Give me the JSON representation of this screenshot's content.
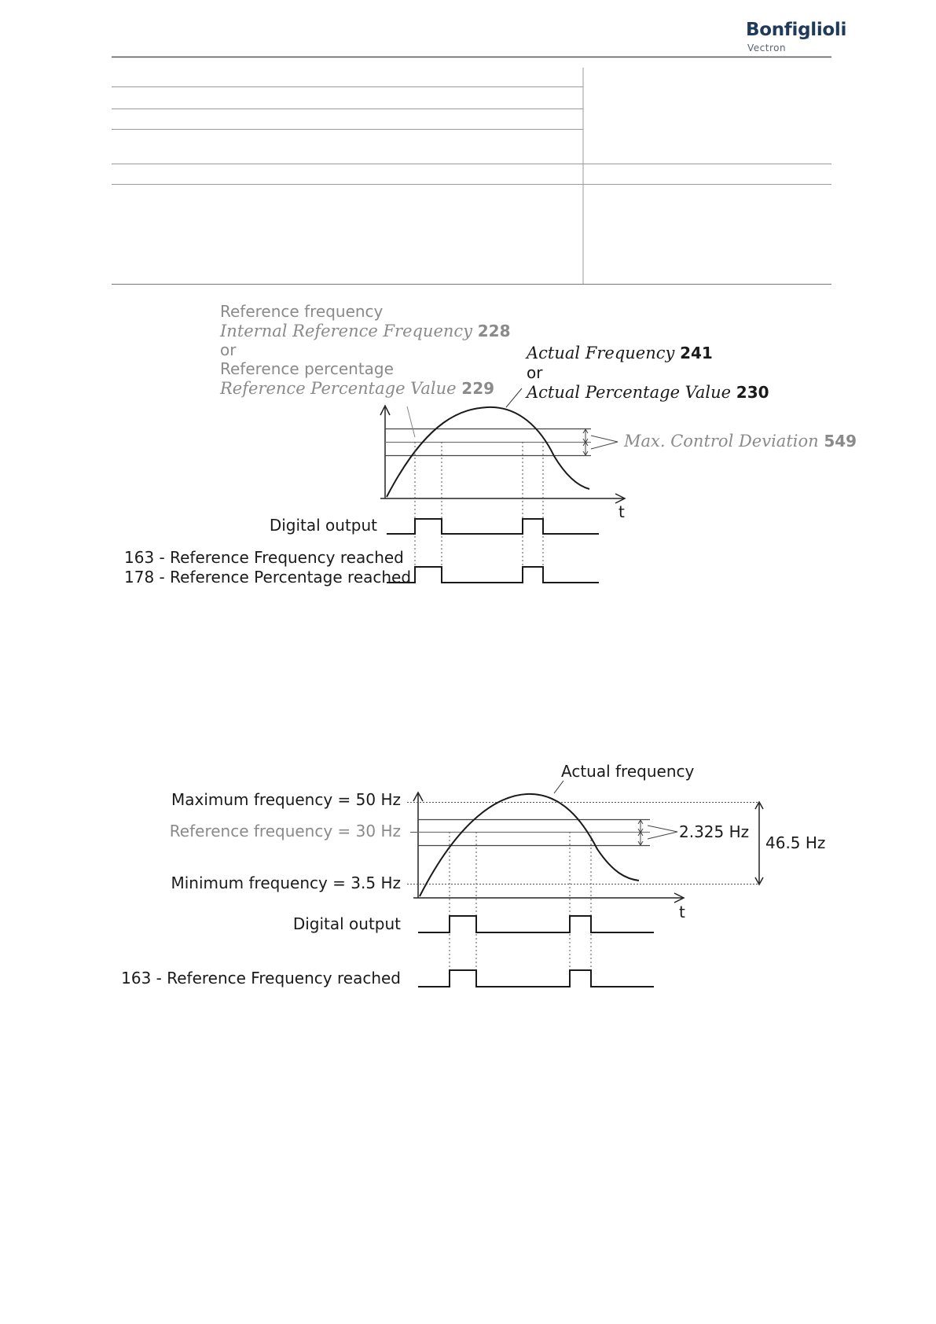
{
  "header": {
    "logo_text": "Bonfiglioli",
    "logo_sub": "Vectron",
    "logo_icon": "bonfiglioli-emblem-icon"
  },
  "diagram1": {
    "ref_freq_label": "Reference frequency",
    "internal_ref_label": "Internal Reference Frequency",
    "internal_ref_num": "228",
    "or1": "or",
    "ref_pct_label": "Reference percentage",
    "ref_pct_value_label": "Reference Percentage Value",
    "ref_pct_value_num": "229",
    "actual_freq_label": "Actual Frequency",
    "actual_freq_num": "241",
    "or2": "or",
    "actual_pct_label": "Actual Percentage Value",
    "actual_pct_num": "230",
    "max_dev_label": "Max. Control Deviation",
    "max_dev_num": "549",
    "t_label": "t",
    "digital_output_label": "Digital output",
    "signal1_label": "163 - Reference Frequency reached",
    "signal2_label": "178 - Reference Percentage reached"
  },
  "diagram2": {
    "actual_freq_label": "Actual frequency",
    "max_freq_label": "Maximum frequency  =  50 Hz",
    "ref_freq_label": "Reference frequency  =  30 Hz",
    "min_freq_label": "Minimum frequency  =  3.5 Hz",
    "deviation_label": "2.325 Hz",
    "span_label": "46.5 Hz",
    "t_label": "t",
    "digital_output_label": "Digital output",
    "signal_label": "163 - Reference Frequency reached"
  }
}
